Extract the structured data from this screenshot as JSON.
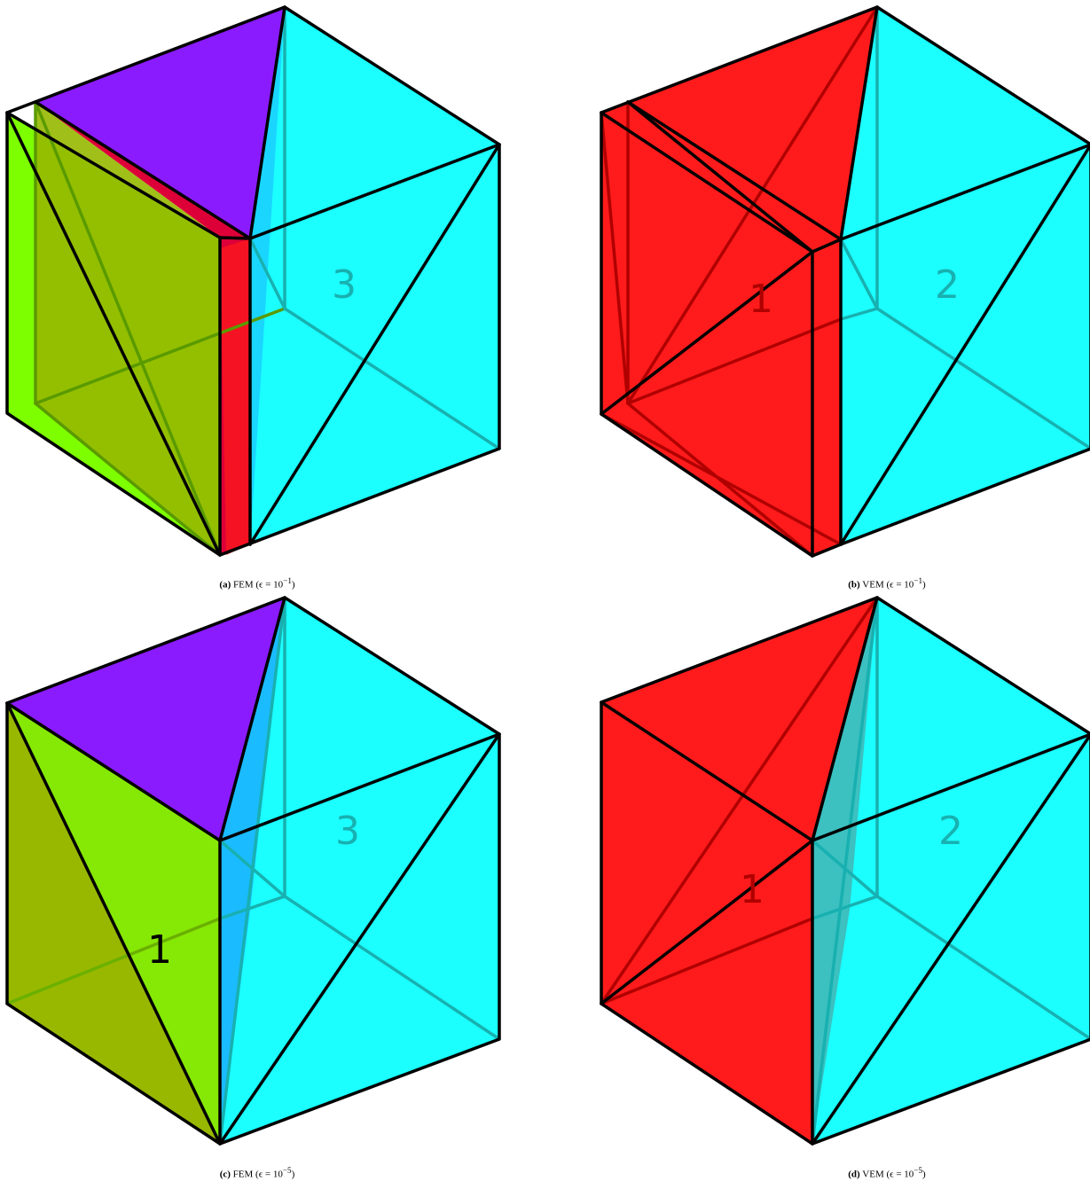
{
  "figure": {
    "panels": [
      {
        "id": "a",
        "letter": "(a)",
        "caption_text": "FEM (ϵ = 10",
        "exponent": "−1",
        "close": ")",
        "labels": [
          "3"
        ],
        "colors": {
          "left_face": "#96b800",
          "left_back": "#7dff00",
          "top": "#8b1bff",
          "sliver": "#dd0038",
          "right": "#1bffff"
        }
      },
      {
        "id": "b",
        "letter": "(b)",
        "caption_text": "VEM (ϵ = 10",
        "exponent": "−1",
        "close": ")",
        "labels": [
          "1",
          "2"
        ],
        "colors": {
          "left_face": "#ff1b1b",
          "right": "#1bffff"
        }
      },
      {
        "id": "c",
        "letter": "(c)",
        "caption_text": "FEM (ϵ = 10",
        "exponent": "−5",
        "close": ")",
        "labels": [
          "1",
          "3"
        ],
        "colors": {
          "left_face": "#86e805",
          "left_dark": "#98b800",
          "top": "#8b1bff",
          "right": "#1bffff",
          "inner": "#1bbbff"
        }
      },
      {
        "id": "d",
        "letter": "(d)",
        "caption_text": "VEM (ϵ = 10",
        "exponent": "−5",
        "close": ")",
        "labels": [
          "1",
          "2"
        ],
        "colors": {
          "left_face": "#ff1b1b",
          "right": "#1bffff",
          "sliver": "#3cc0c0"
        }
      }
    ]
  }
}
